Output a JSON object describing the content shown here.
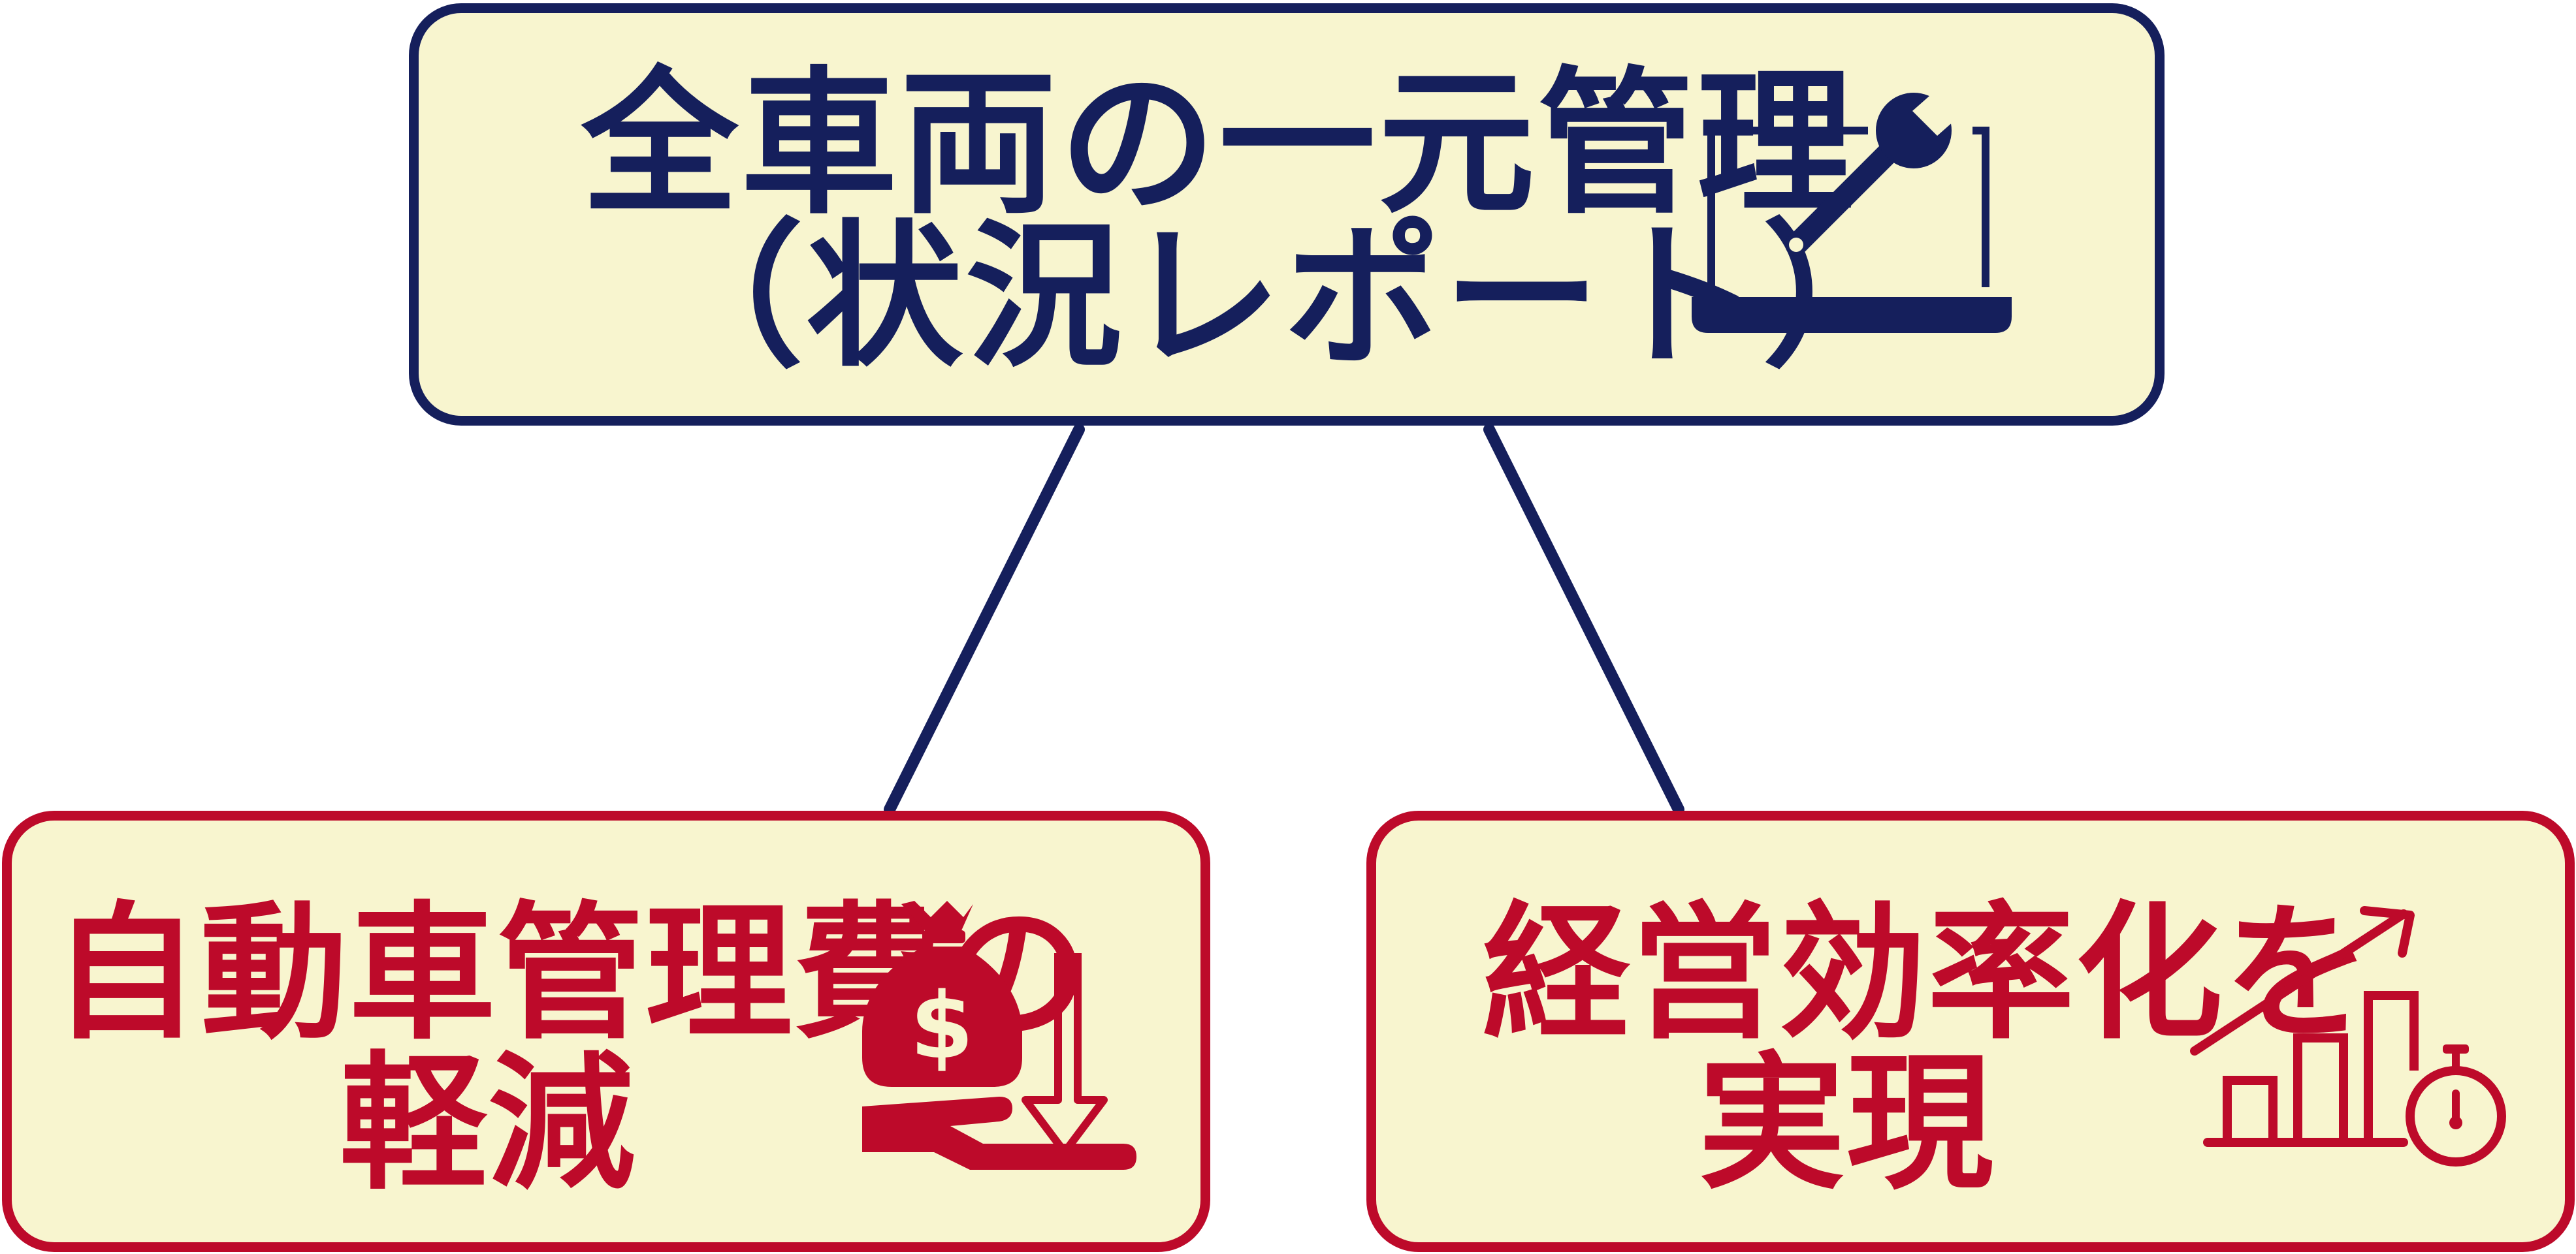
{
  "colors": {
    "navy": "#151f5c",
    "crimson": "#bd0a2a",
    "box_fill": "#f8f5cf"
  },
  "top_node": {
    "line1": "全車両の一元管理",
    "line2": "（状況レポート）",
    "icon": "laptop-wrench-icon"
  },
  "left_node": {
    "line1": "自動車管理費の",
    "line2": "軽減",
    "icon": "money-bag-hand-down-arrow-icon"
  },
  "right_node": {
    "line1": "経営効率化を",
    "line2": "実現",
    "icon": "growth-chart-stopwatch-icon"
  }
}
